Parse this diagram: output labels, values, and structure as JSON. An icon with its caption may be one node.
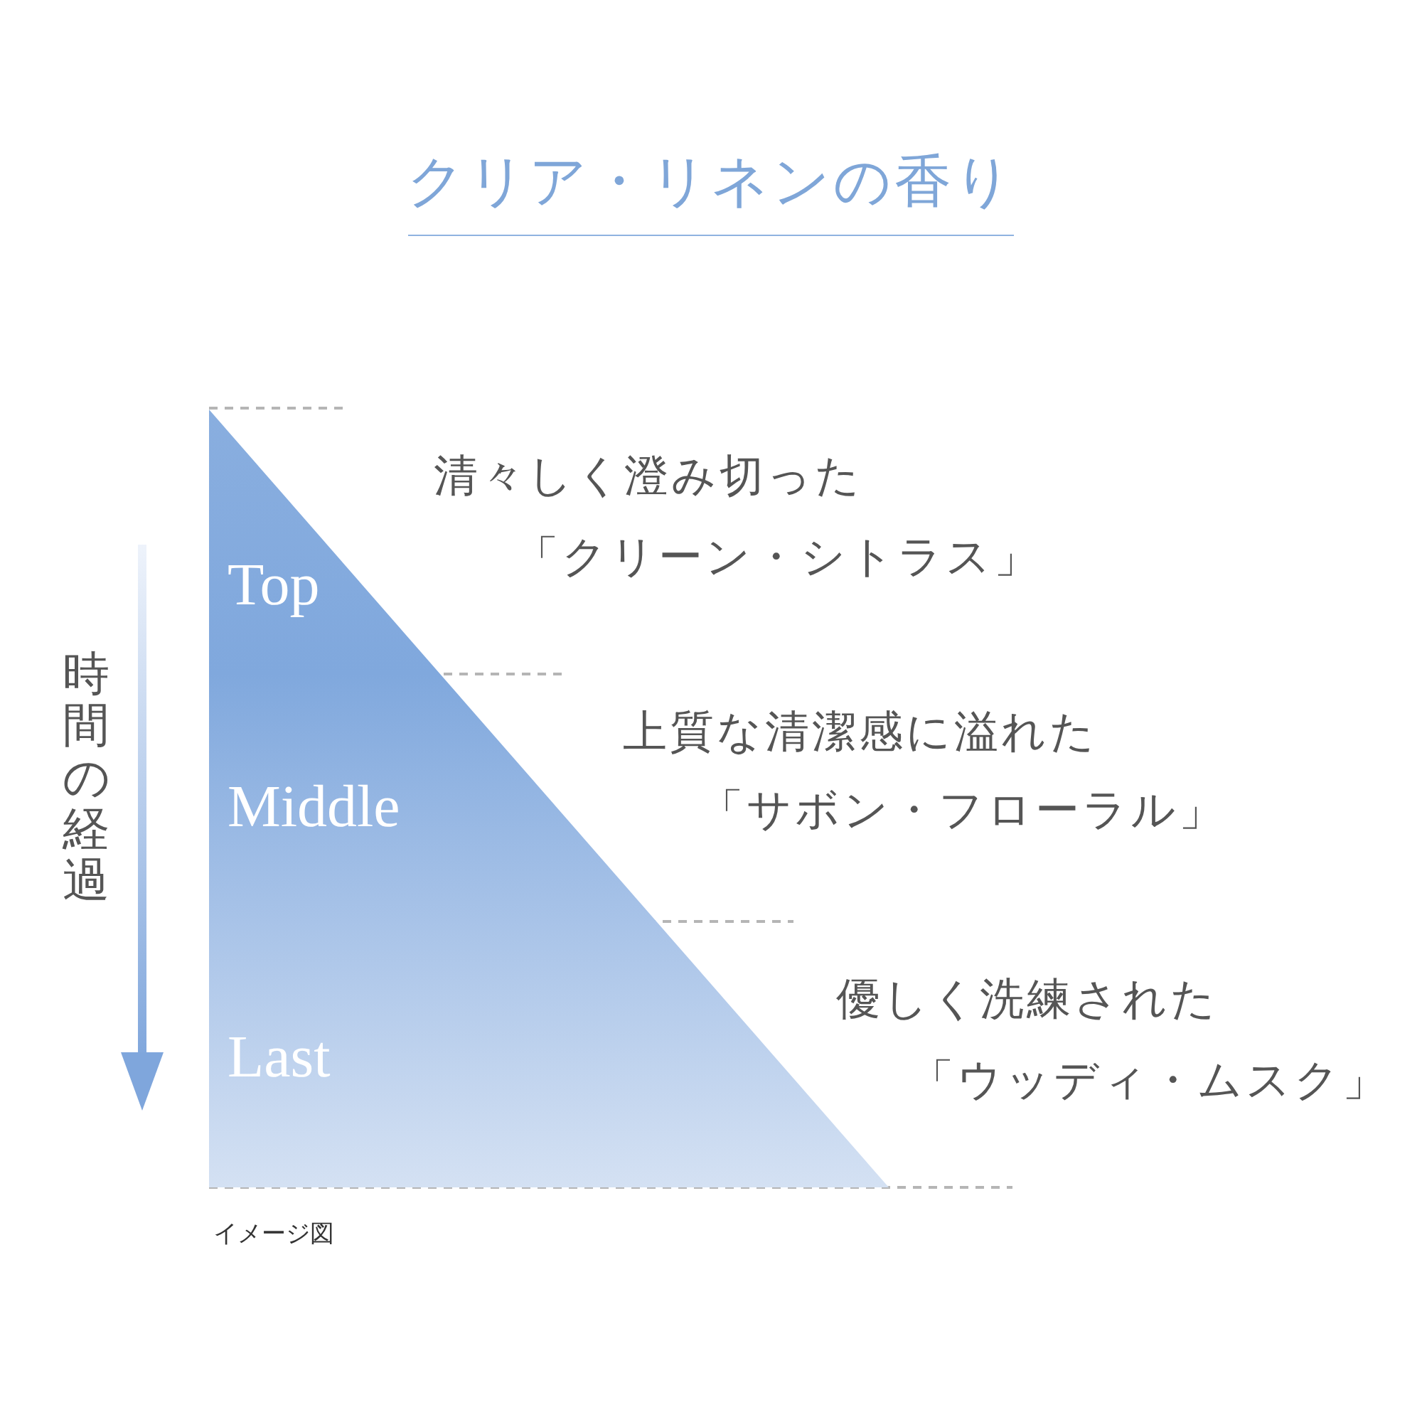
{
  "diagram": {
    "title": "クリア・リネンの香り",
    "nodes": [
      {
        "text": [
          "Top"
        ],
        "beside": [
          "清々しく澄み切った",
          "「クリーン・シトラス」"
        ]
      },
      {
        "text": [
          "Middle"
        ],
        "beside": [
          "上質な清潔感に溢れた",
          "「サボン・フローラル」"
        ]
      },
      {
        "text": [
          "Last"
        ],
        "beside": [
          "優しく洗練された",
          "「ウッディ・ムスク」"
        ]
      }
    ],
    "labels": [
      "時間の経過",
      "イメージ図"
    ]
  }
}
